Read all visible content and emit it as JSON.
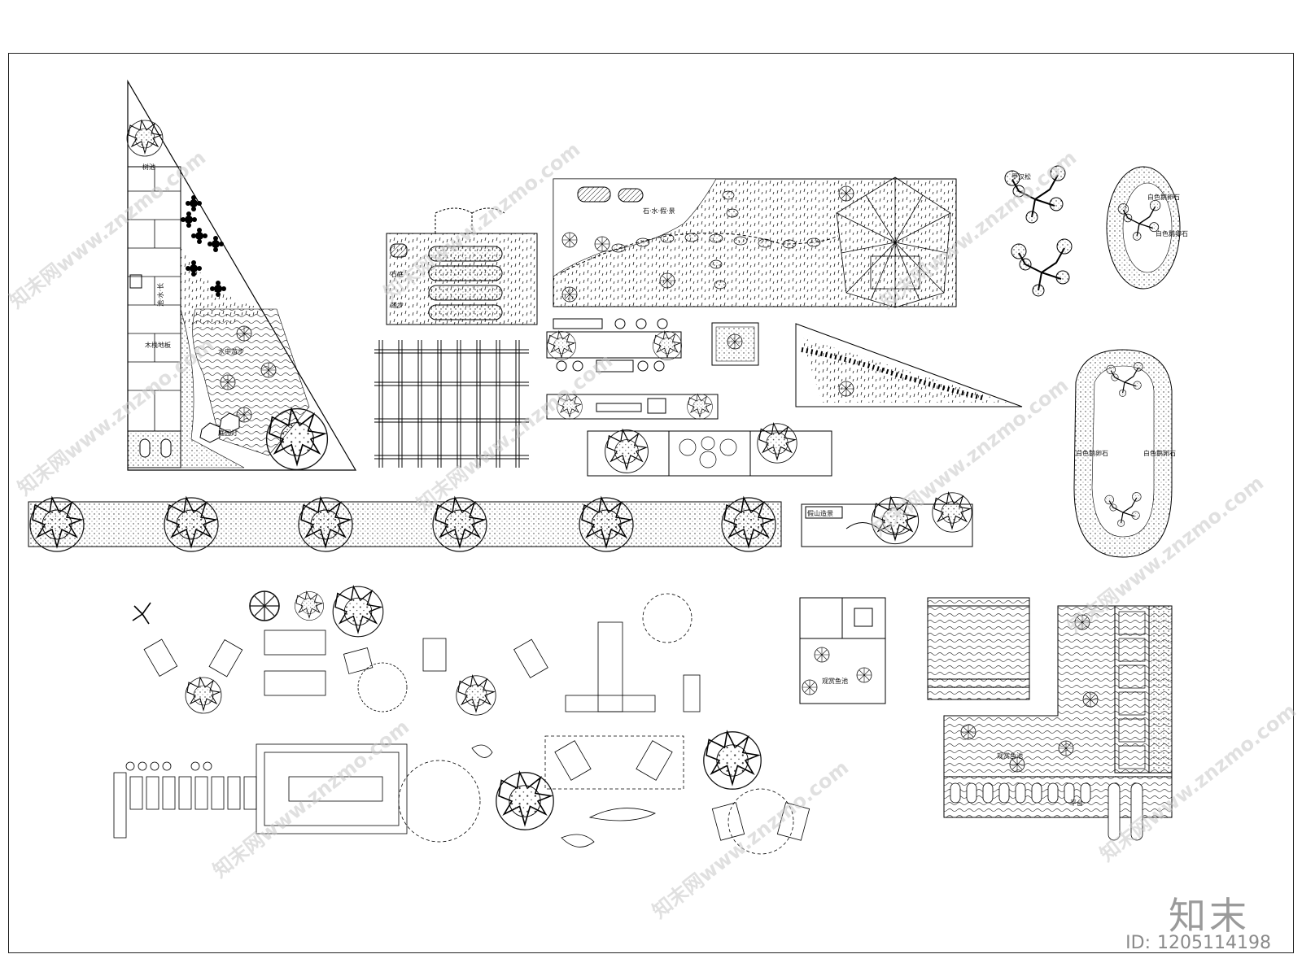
{
  "watermark": {
    "text": "知末网www.znzmo.com"
  },
  "logo": {
    "text": "知末"
  },
  "footer": {
    "id_label": "ID:",
    "id_value": "1205114198"
  },
  "triangle_plan": {
    "label_tree_pool": "树池",
    "label_pool": "池·水·长",
    "label_paving": "木栈地板",
    "label_pond": "水中游步",
    "label_lamp": "庭园灯"
  },
  "courtyard_plan": {
    "label_rock": "石庭",
    "label_landscape": "石·水·假·景",
    "label_stone": "踏步"
  },
  "rockery": {
    "label": "假山造景"
  },
  "fish_pond": {
    "label": "观赏鱼池"
  },
  "l_plan": {
    "label": "观赏鱼池",
    "label_deck": "平台"
  },
  "trees": {
    "label_pine": "罗汉松"
  },
  "oval_a": {
    "label_1": "白色鹅卵石",
    "label_2": "白色鹅卵石"
  },
  "oval_b": {
    "label_1": "白色鹅卵石",
    "label_2": "白色鹅卵石"
  }
}
